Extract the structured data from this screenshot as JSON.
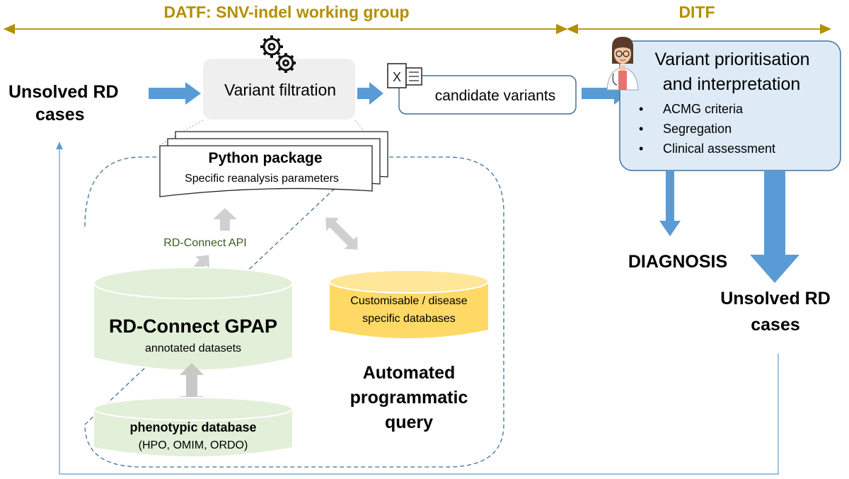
{
  "header": {
    "datf_label": "DATF: SNV-indel working group",
    "ditf_label": "DITF"
  },
  "input": {
    "line1": "Unsolved RD",
    "line2": "cases"
  },
  "filtration": {
    "label": "Variant filtration",
    "icon": "gears-icon"
  },
  "candidates": {
    "label": "candidate variants",
    "icon": "excel-file-icon",
    "icon_letter": "X"
  },
  "python": {
    "title": "Python package",
    "subtitle": "Specific reanalysis parameters"
  },
  "api_label": "RD-Connect API",
  "gpap": {
    "title": "RD-Connect GPAP",
    "subtitle": "annotated datasets"
  },
  "phenotypic": {
    "title": "phenotypic database",
    "subtitle": "(HPO, OMIM, ORDO)"
  },
  "custom_db": {
    "line1": "Customisable / disease",
    "line2": "specific databases"
  },
  "automated": {
    "line1": "Automated",
    "line2": "programmatic",
    "line3": "query"
  },
  "interpretation": {
    "title_line1": "Variant prioritisation",
    "title_line2": "and interpretation",
    "bullets": [
      "ACMG criteria",
      "Segregation",
      "Clinical assessment"
    ],
    "icon": "doctor-icon"
  },
  "diagnosis": "DIAGNOSIS",
  "output": {
    "line1": "Unsolved RD",
    "line2": "cases"
  },
  "colors": {
    "gold": "#b38f00",
    "blue_arrow": "#5b9bd5",
    "dashed_blue": "#41719c",
    "green_db": "#e2efd9",
    "yellow_db": "#ffd966",
    "light_blue_box": "#deebf7",
    "grey_box": "#efefef",
    "grey_arrow": "#d0d0d0"
  }
}
